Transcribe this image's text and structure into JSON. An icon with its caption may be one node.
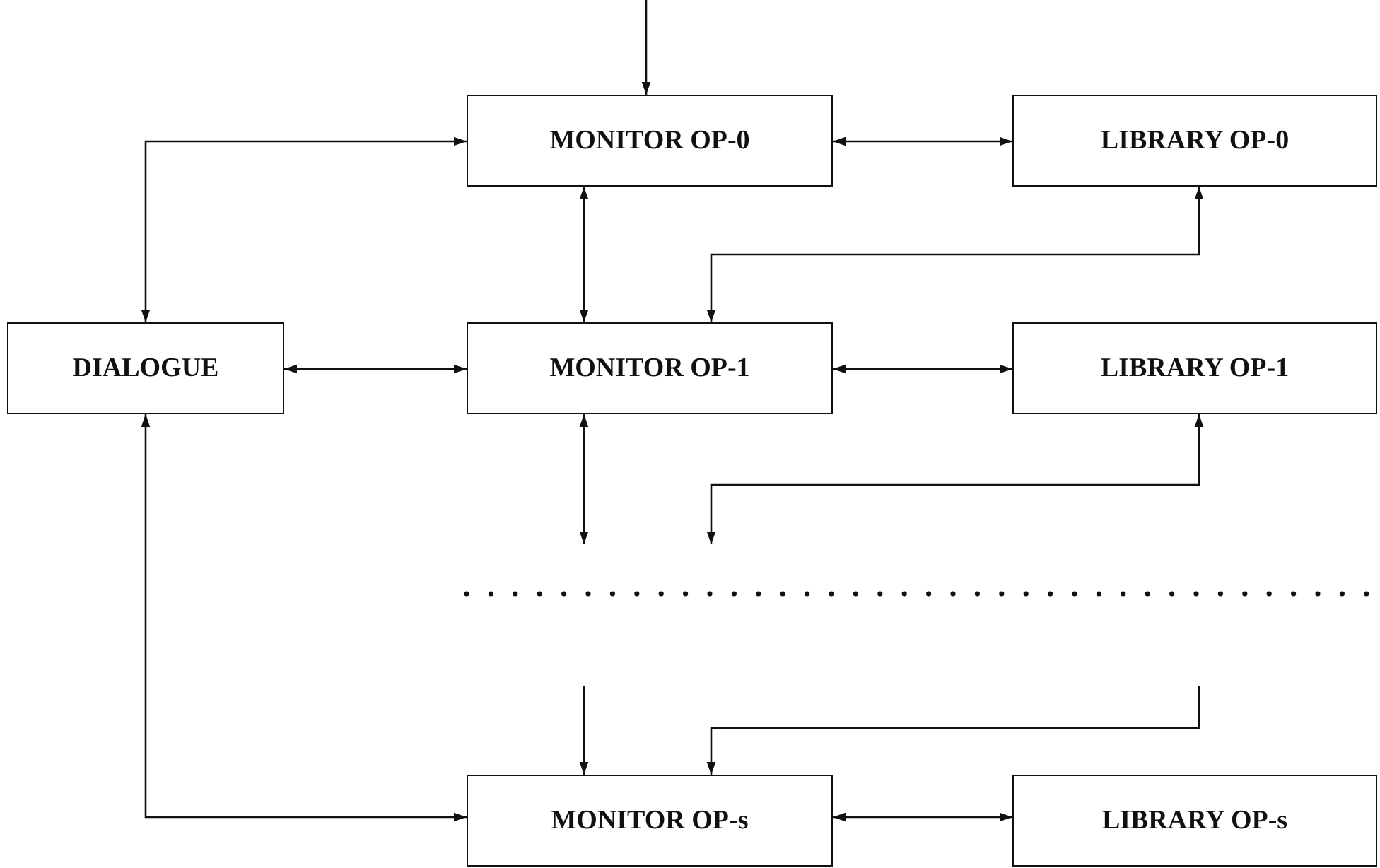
{
  "diagram": {
    "nodes": [
      {
        "text": [
          "MONITOR OP-0"
        ]
      },
      {
        "text": [
          "LIBRARY OP-0"
        ]
      },
      {
        "text": [
          "DIALOGUE"
        ]
      },
      {
        "text": [
          "MONITOR OP-1"
        ]
      },
      {
        "text": [
          "LIBRARY OP-1"
        ]
      },
      {
        "text": [
          "MONITOR OP-s"
        ]
      },
      {
        "text": [
          "LIBRARY OP-s"
        ]
      }
    ],
    "edges": [
      {
        "from": null,
        "to": 0,
        "arrow": "to"
      },
      {
        "from": 2,
        "to": 0,
        "arrow": "both"
      },
      {
        "from": 0,
        "to": 1,
        "arrow": "both"
      },
      {
        "from": 0,
        "to": 3,
        "arrow": "both"
      },
      {
        "from": 1,
        "to": 3,
        "arrow": "both"
      },
      {
        "from": 2,
        "to": 3,
        "arrow": "both"
      },
      {
        "from": 3,
        "to": 4,
        "arrow": "both"
      },
      {
        "from": 3,
        "to": null,
        "arrow": "both"
      },
      {
        "from": 4,
        "to": null,
        "arrow": "both"
      },
      {
        "from": null,
        "to": 5,
        "arrow": "to"
      },
      {
        "from": null,
        "to": 5,
        "arrow": "to"
      },
      {
        "from": 2,
        "to": 5,
        "arrow": "both"
      },
      {
        "from": 5,
        "to": 6,
        "arrow": "both"
      }
    ]
  }
}
